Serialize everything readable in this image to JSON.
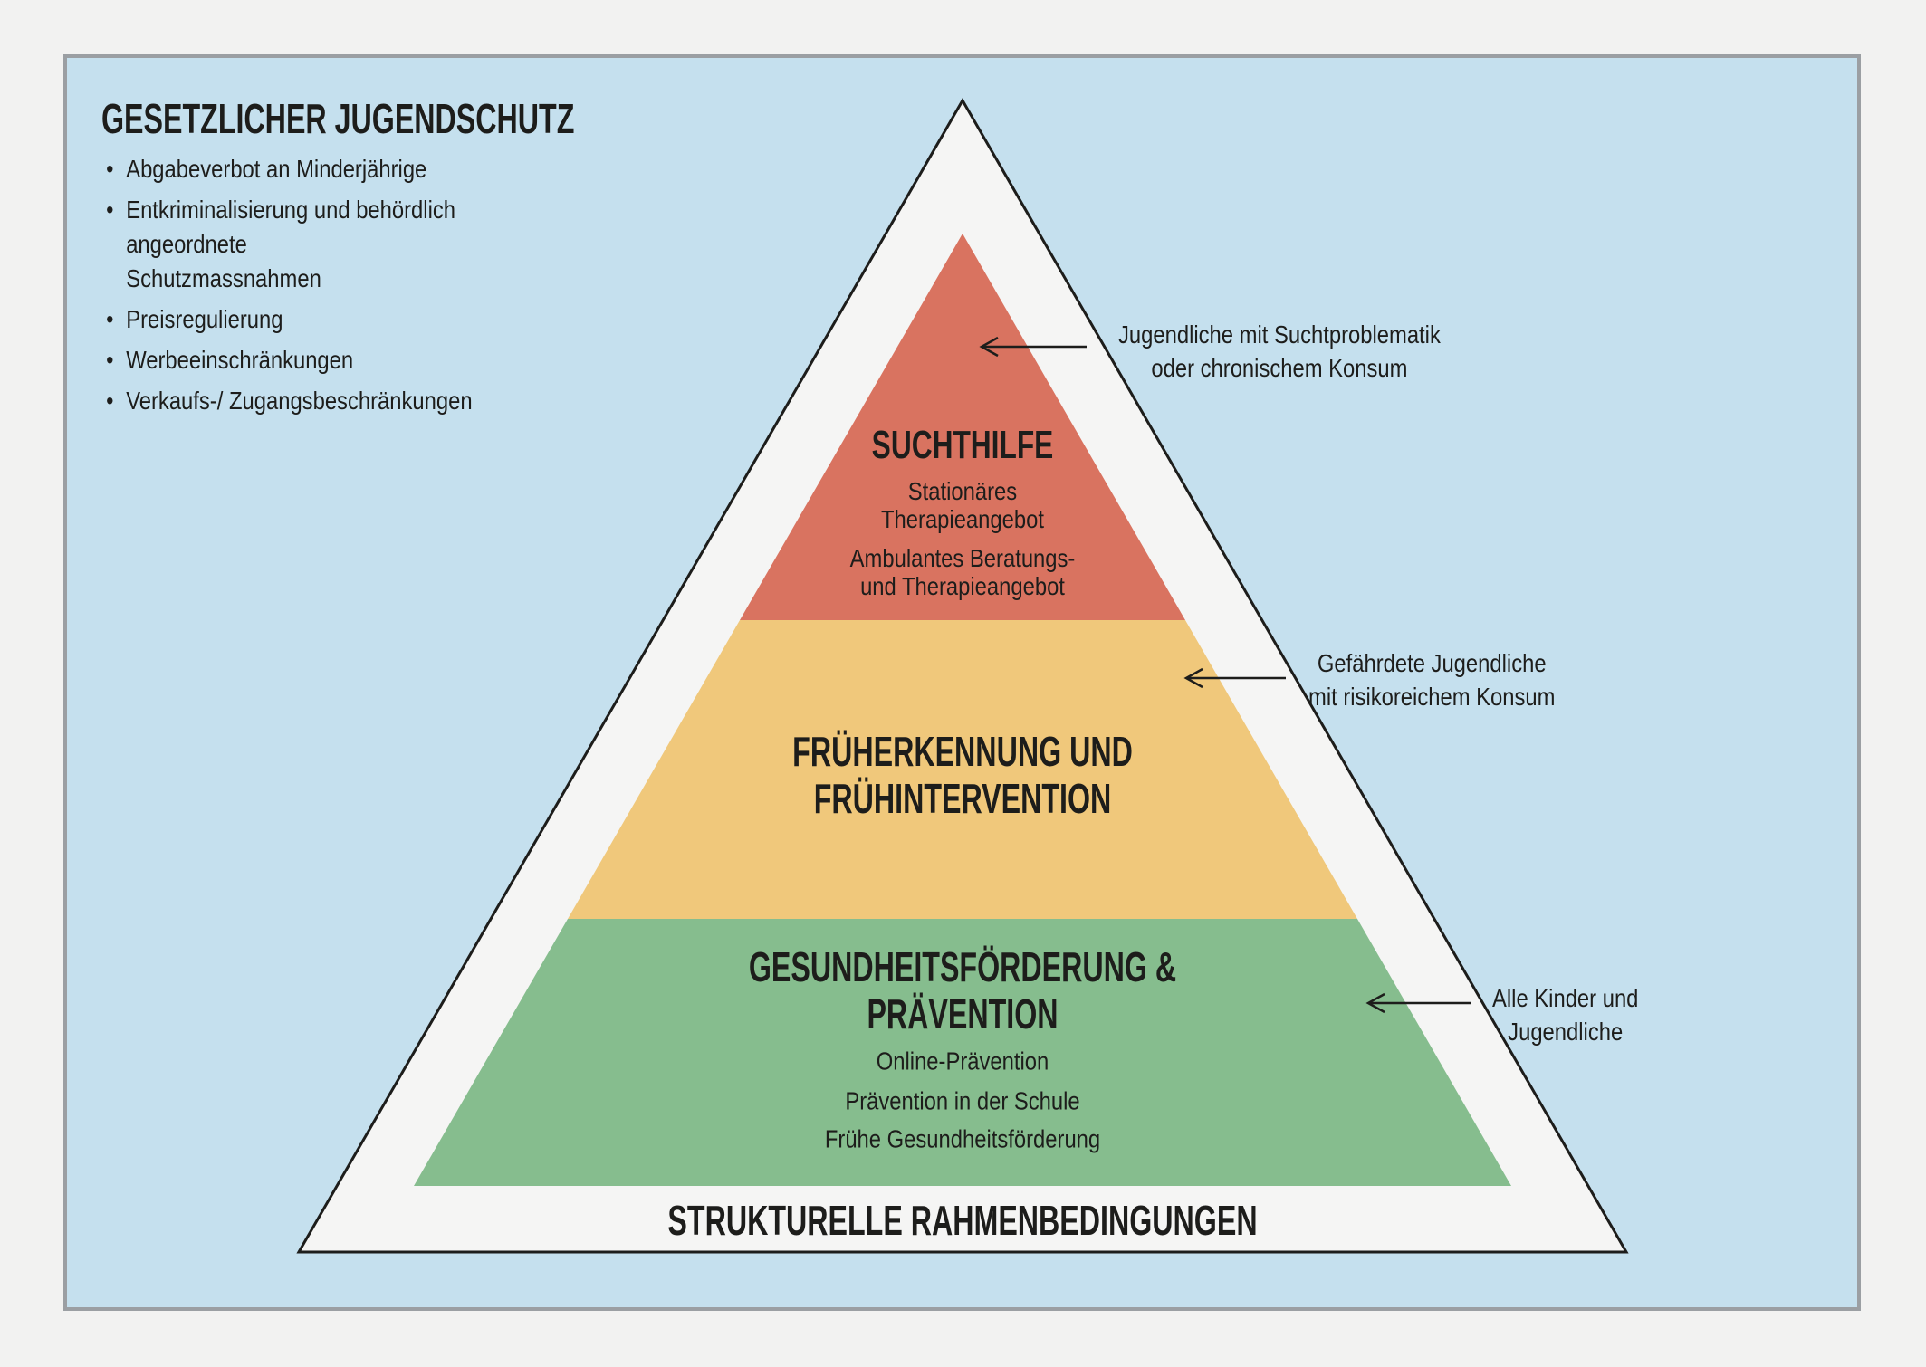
{
  "colors": {
    "page_bg": "#f2f2f1",
    "panel_bg": "#c5e0ee",
    "panel_border": "#9b9fa3",
    "triangle_fill": "#f5f5f4",
    "outline": "#1d1d1b",
    "text": "#1d1d1b",
    "level_red": "#d97360",
    "level_yellow": "#f0c87b",
    "level_green": "#86bd8e"
  },
  "legal": {
    "title": "GESETZLICHER JUGENDSCHUTZ",
    "bullets": [
      "Abgabeverbot an Minderjährige",
      "Entkriminalisierung und behördlich angeordnete\nSchutzmassnahmen",
      "Preisregulierung",
      "Werbeeinschränkungen",
      "Verkaufs-/ Zugangsbeschränkungen"
    ]
  },
  "pyramid": {
    "base_label": "STRUKTURELLE RAHMENBEDINGUNGEN",
    "levels": [
      {
        "id": "suchthilfe",
        "title": "SUCHTHILFE",
        "items": [
          "Stationäres\nTherapieangebot",
          "Ambulantes Beratungs-\nund Therapieangebot"
        ]
      },
      {
        "id": "frueherkennung-und-fruehintervention",
        "title": "FRÜHERKENNUNG UND\nFRÜHINTERVENTION",
        "items": []
      },
      {
        "id": "gesundheitsfoerderung-und-praevention",
        "title": "GESUNDHEITSFÖRDERUNG &\nPRÄVENTION",
        "items": [
          "Online-Prävention",
          "Prävention in der Schule",
          "Frühe Gesundheitsförderung"
        ]
      }
    ]
  },
  "annotations": [
    "Jugendliche mit Suchtproblematik\noder chronischem Konsum",
    "Gefährdete Jugendliche\nmit risikoreichem Konsum",
    "Alle Kinder und\nJugendliche"
  ]
}
